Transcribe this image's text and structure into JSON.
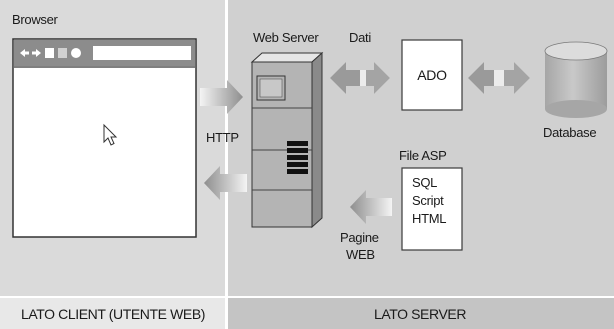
{
  "labels": {
    "browser": "Browser",
    "web_server": "Web Server",
    "dati": "Dati",
    "ado": "ADO",
    "database": "Database",
    "http": "HTTP",
    "file_asp": "File ASP",
    "asp_lines": [
      "SQL",
      "Script",
      "HTML"
    ],
    "pagine_web": [
      "Pagine",
      "WEB"
    ]
  },
  "footer": {
    "client": "LATO CLIENT (UTENTE WEB)",
    "server": "LATO SERVER"
  },
  "colors": {
    "client_bg": "#dadada",
    "server_bg": "#d0d0d0",
    "client_bar": "#e8e8e8",
    "server_bar": "#c4c4c4",
    "arrow_light": "#ececec",
    "arrow_dark": "#9a9a9a",
    "server_body": "#b4b4b4",
    "db_body": "#b8b8b8",
    "outline": "#3a3a3a"
  },
  "icons": {
    "browser_toolbar": [
      "arrow-left-icon",
      "arrow-right-icon",
      "stop-icon",
      "home-icon",
      "refresh-icon"
    ],
    "cursor": "mouse-cursor-icon"
  }
}
